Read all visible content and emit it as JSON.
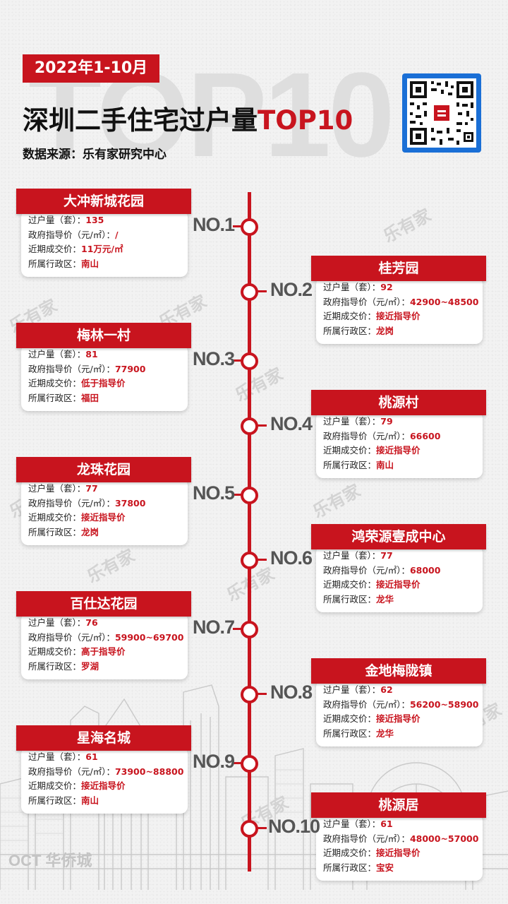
{
  "header": {
    "date_tag": "2022年1-10月",
    "title_cn": "深圳二手住宅过户量",
    "title_top": "TOP10",
    "source": "数据来源：乐有家研究中心",
    "ghost": "TOP10"
  },
  "watermark": {
    "text": "乐有家",
    "footer_logo": "OCT 华侨城"
  },
  "field_labels": {
    "transfers": "过户量（套）：",
    "guide": "政府指导价（元/㎡）：",
    "recent": "近期成交价：",
    "district": "所属行政区："
  },
  "items": [
    {
      "rank": "NO.1",
      "name": "大冲新城花园",
      "transfers": "135",
      "guide": "/",
      "recent": "11万元/㎡",
      "district": "南山"
    },
    {
      "rank": "NO.2",
      "name": "桂芳园",
      "transfers": "92",
      "guide": "42900~48500",
      "recent": "接近指导价",
      "district": "龙岗"
    },
    {
      "rank": "NO.3",
      "name": "梅林一村",
      "transfers": "81",
      "guide": "77900",
      "recent": "低于指导价",
      "district": "福田"
    },
    {
      "rank": "NO.4",
      "name": "桃源村",
      "transfers": "79",
      "guide": "66600",
      "recent": "接近指导价",
      "district": "南山"
    },
    {
      "rank": "NO.5",
      "name": "龙珠花园",
      "transfers": "77",
      "guide": "37800",
      "recent": "接近指导价",
      "district": "龙岗"
    },
    {
      "rank": "NO.6",
      "name": "鸿荣源壹成中心",
      "transfers": "77",
      "guide": "68000",
      "recent": "接近指导价",
      "district": "龙华"
    },
    {
      "rank": "NO.7",
      "name": "百仕达花园",
      "transfers": "76",
      "guide": "59900~69700",
      "recent": "高于指导价",
      "district": "罗湖"
    },
    {
      "rank": "NO.8",
      "name": "金地梅陇镇",
      "transfers": "62",
      "guide": "56200~58900",
      "recent": "接近指导价",
      "district": "龙华"
    },
    {
      "rank": "NO.9",
      "name": "星海名城",
      "transfers": "61",
      "guide": "73900~88800",
      "recent": "接近指导价",
      "district": "南山"
    },
    {
      "rank": "NO.10",
      "name": "桃源居",
      "transfers": "61",
      "guide": "48000~57000",
      "recent": "接近指导价",
      "district": "宝安"
    }
  ]
}
